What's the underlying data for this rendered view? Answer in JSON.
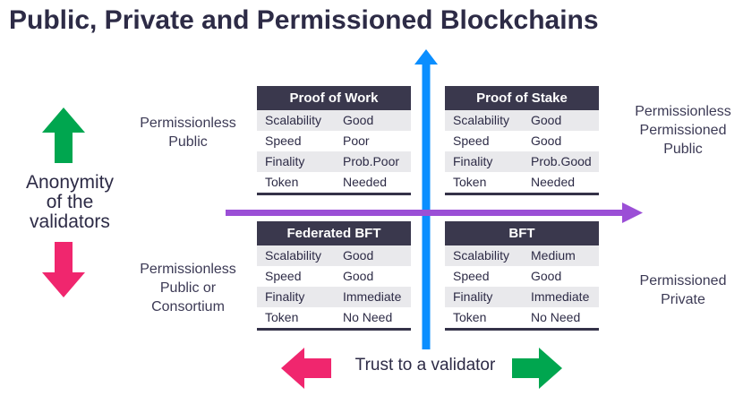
{
  "title": "Public, Private and Permissioned Blockchains",
  "colors": {
    "heading_text": "#2d2b46",
    "table_header_bg": "#3a384d",
    "table_alt_row_bg": "#e9e9ec",
    "axis_blue": "#0a8eff",
    "axis_purple": "#9b4fd6",
    "arrow_pink": "#f0266e",
    "arrow_green": "#00a64f"
  },
  "icons": {
    "vertical_axis": "up-arrow-axis-icon",
    "horizontal_axis": "right-arrow-axis-icon",
    "anonymity_up": "block-up-arrow-icon",
    "anonymity_down": "block-down-arrow-icon",
    "trust_left": "block-left-arrow-icon",
    "trust_right": "block-right-arrow-icon"
  },
  "axes": {
    "left_label": "Anonymity\nof the\nvalidators",
    "bottom_label": "Trust to a validator"
  },
  "quadrant_labels": {
    "top_left": "Permissionless\nPublic",
    "bottom_left": "Permissionless\nPublic or\nConsortium",
    "top_right": "Permissionless\nPermissioned\nPublic",
    "bottom_right": "Permissioned\nPrivate"
  },
  "tables": [
    {
      "title": "Proof of Work",
      "rows": [
        {
          "label": "Scalability",
          "value": "Good"
        },
        {
          "label": "Speed",
          "value": "Poor"
        },
        {
          "label": "Finality",
          "value": "Prob.Poor"
        },
        {
          "label": "Token",
          "value": "Needed"
        }
      ]
    },
    {
      "title": "Proof of Stake",
      "rows": [
        {
          "label": "Scalability",
          "value": "Good"
        },
        {
          "label": "Speed",
          "value": "Good"
        },
        {
          "label": "Finality",
          "value": "Prob.Good"
        },
        {
          "label": "Token",
          "value": "Needed"
        }
      ]
    },
    {
      "title": "Federated BFT",
      "rows": [
        {
          "label": "Scalability",
          "value": "Good"
        },
        {
          "label": "Speed",
          "value": "Good"
        },
        {
          "label": "Finality",
          "value": "Immediate"
        },
        {
          "label": "Token",
          "value": "No Need"
        }
      ]
    },
    {
      "title": "BFT",
      "rows": [
        {
          "label": "Scalability",
          "value": "Medium"
        },
        {
          "label": "Speed",
          "value": "Good"
        },
        {
          "label": "Finality",
          "value": "Immediate"
        },
        {
          "label": "Token",
          "value": "No Need"
        }
      ]
    }
  ]
}
